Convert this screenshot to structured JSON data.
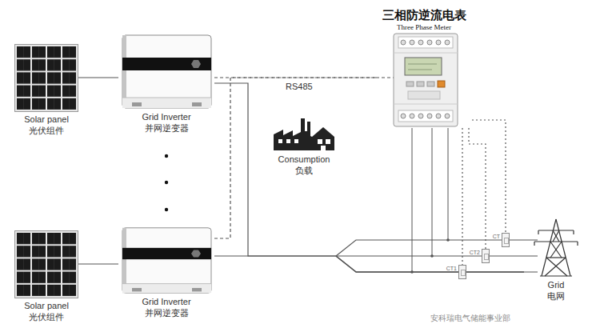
{
  "diagram": {
    "nodes": [
      {
        "text": [
          "Solar panel",
          "光伏组件"
        ]
      },
      {
        "text": [
          "Grid Inverter",
          "并网逆变器"
        ]
      },
      {
        "text": [
          "Solar panel",
          "光伏组件"
        ]
      },
      {
        "text": [
          "Grid Inverter",
          "并网逆变器"
        ]
      },
      {
        "text": [
          "三相防逆流电表",
          "Three Phase Meter"
        ]
      },
      {
        "text": [
          "Consumption",
          "负载"
        ]
      },
      {
        "text": [
          "Grid",
          "电网"
        ]
      },
      {
        "text": [
          "CT"
        ]
      },
      {
        "text": [
          "CT2"
        ]
      },
      {
        "text": [
          "CT1"
        ]
      }
    ],
    "edges": [
      {
        "from": 0,
        "to": 1,
        "arrow": "none"
      },
      {
        "from": 2,
        "to": 3,
        "arrow": "none"
      },
      {
        "from": 1,
        "to": 4,
        "label": "RS485",
        "arrow": "none"
      },
      {
        "from": 3,
        "to": 4,
        "arrow": "none"
      },
      {
        "from": 1,
        "to": 6,
        "arrow": "none"
      },
      {
        "from": 3,
        "to": 6,
        "arrow": "none"
      },
      {
        "from": 4,
        "to": 7,
        "arrow": "none"
      },
      {
        "from": 4,
        "to": 8,
        "arrow": "none"
      },
      {
        "from": 4,
        "to": 9,
        "arrow": "none"
      }
    ],
    "labels": [
      "安科瑞电气储能事业部"
    ]
  }
}
